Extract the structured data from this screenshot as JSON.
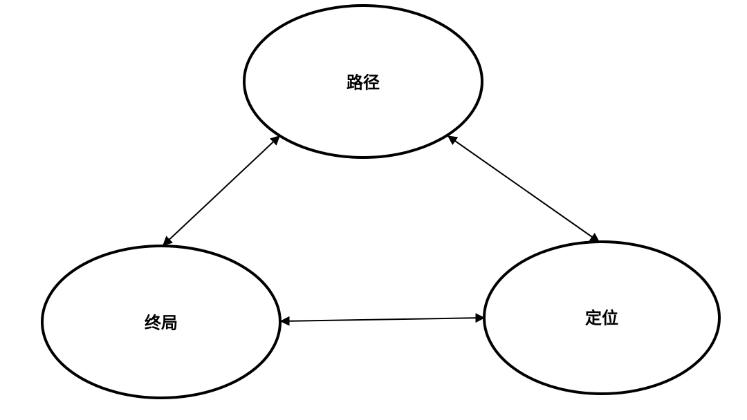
{
  "diagram": {
    "nodes": {
      "path": {
        "label": "路径"
      },
      "ending": {
        "label": "终局"
      },
      "positioning": {
        "label": "定位"
      }
    },
    "edges": [
      {
        "from": "path",
        "to": "ending",
        "direction": "both"
      },
      {
        "from": "path",
        "to": "positioning",
        "direction": "both"
      },
      {
        "from": "ending",
        "to": "positioning",
        "direction": "both"
      }
    ]
  }
}
